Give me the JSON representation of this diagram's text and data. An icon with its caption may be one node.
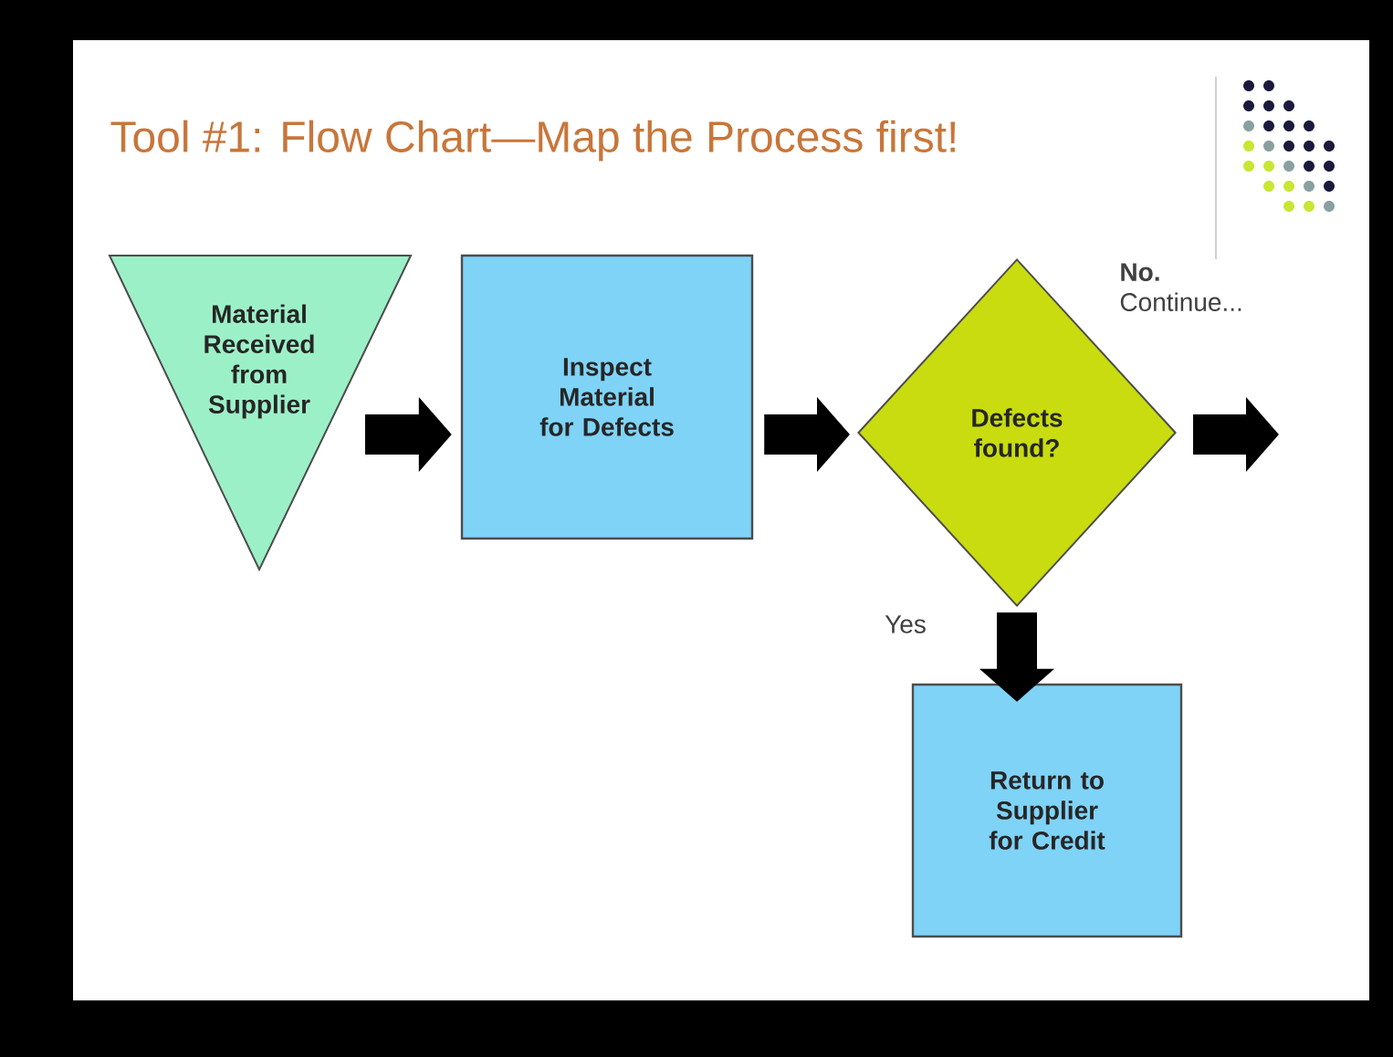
{
  "diagram": {
    "title": "Tool #1:  Flow Chart—Map the Process first!",
    "nodes": [
      {
        "text": [
          "Material Received from Supplier"
        ]
      },
      {
        "text": [
          "Inspect Material for Defects"
        ]
      },
      {
        "text": [
          "Defects found?"
        ]
      },
      {
        "text": [
          "Return to Supplier for Credit"
        ]
      }
    ],
    "edges": [
      {
        "from": 0,
        "to": 1,
        "arrow": "to"
      },
      {
        "from": 1,
        "to": 2,
        "arrow": "to"
      },
      {
        "from": 2,
        "to": null,
        "arrow": "to",
        "label": "**No.** Continue..."
      },
      {
        "from": 2,
        "to": 3,
        "arrow": "to",
        "label": "Yes"
      }
    ]
  }
}
